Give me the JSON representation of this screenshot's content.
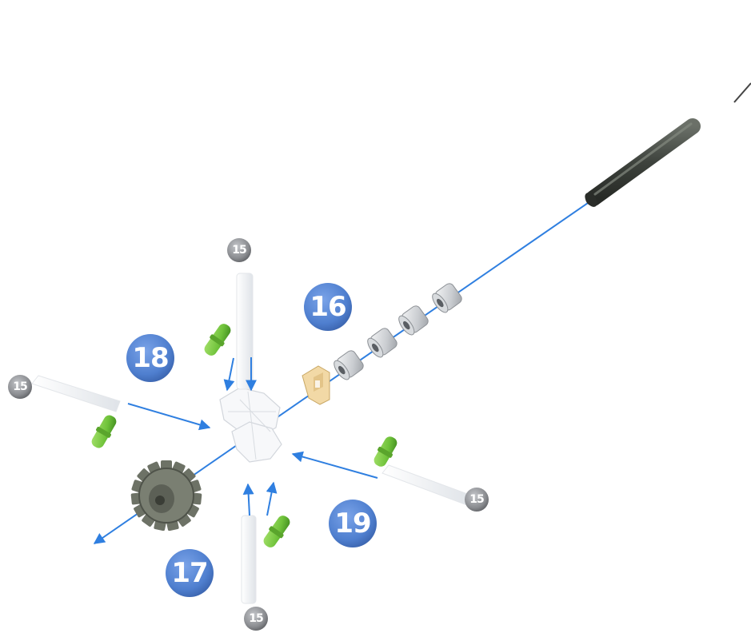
{
  "colors": {
    "background": "#ffffff",
    "step_badge_blue": "#4f7fcf",
    "part_badge_gray": "#8a8c90",
    "arrow_blue": "#2f7fe0",
    "axle": "#3e433d",
    "gear": "#6d7266",
    "spacer": "#c9ccd0",
    "clip": "#f2d9a6",
    "connector_pin": "#6fc23a",
    "white_rod": "#f1f3f5"
  },
  "steps": [
    {
      "id": "16",
      "label": "16"
    },
    {
      "id": "17",
      "label": "17"
    },
    {
      "id": "18",
      "label": "18"
    },
    {
      "id": "19",
      "label": "19"
    }
  ],
  "part_badges": [
    {
      "id": "top",
      "label": "15"
    },
    {
      "id": "left",
      "label": "15"
    },
    {
      "id": "right",
      "label": "15"
    },
    {
      "id": "bottom",
      "label": "15"
    }
  ],
  "parts": {
    "axle": "axle",
    "gear": "gear",
    "spacer": "spacer",
    "clip": "clip",
    "connector": "connector-hub",
    "pin": "green-pin",
    "rod": "white-rod"
  }
}
